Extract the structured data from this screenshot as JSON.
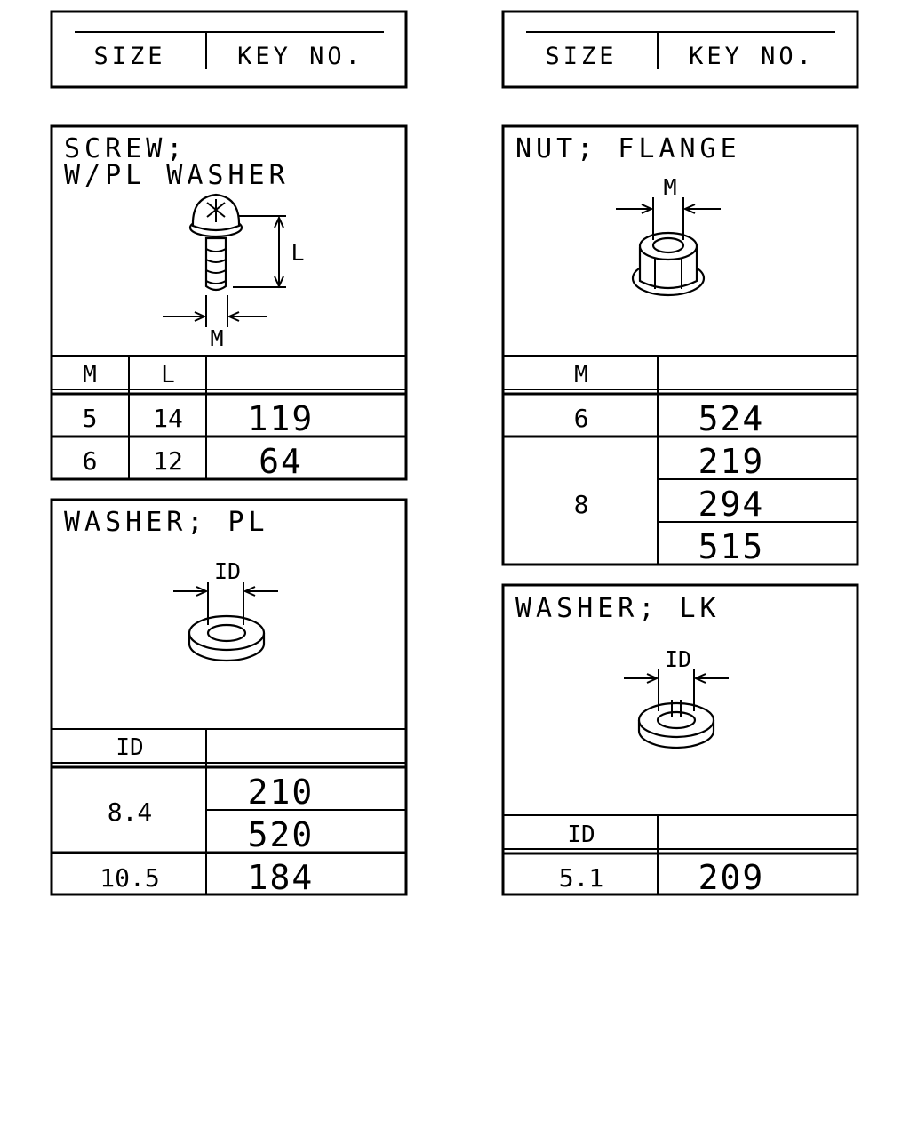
{
  "headers": [
    {
      "size_label": "SIZE",
      "key_label": "KEY NO."
    },
    {
      "size_label": "SIZE",
      "key_label": "KEY NO."
    }
  ],
  "screw": {
    "title_line1": "SCREW;",
    "title_line2": "W/PL WASHER",
    "dim_m": "M",
    "dim_l": "L",
    "col_m": "M",
    "col_l": "L",
    "rows": [
      {
        "m": "5",
        "l": "14",
        "key": "119"
      },
      {
        "m": "6",
        "l": "12",
        "key": "64"
      }
    ]
  },
  "washer_pl": {
    "title": "WASHER; PL",
    "dim_id": "ID",
    "col_id": "ID",
    "groups": [
      {
        "id": "8.4",
        "keys": [
          "210",
          "520"
        ]
      },
      {
        "id": "10.5",
        "keys": [
          "184"
        ]
      }
    ]
  },
  "nut_flange": {
    "title": "NUT; FLANGE",
    "dim_m": "M",
    "col_m": "M",
    "groups": [
      {
        "m": "6",
        "keys": [
          "524"
        ]
      },
      {
        "m": "8",
        "keys": [
          "219",
          "294",
          "515"
        ]
      }
    ]
  },
  "washer_lk": {
    "title": "WASHER; LK",
    "dim_id": "ID",
    "col_id": "ID",
    "groups": [
      {
        "id": "5.1",
        "keys": [
          "209"
        ]
      }
    ]
  }
}
